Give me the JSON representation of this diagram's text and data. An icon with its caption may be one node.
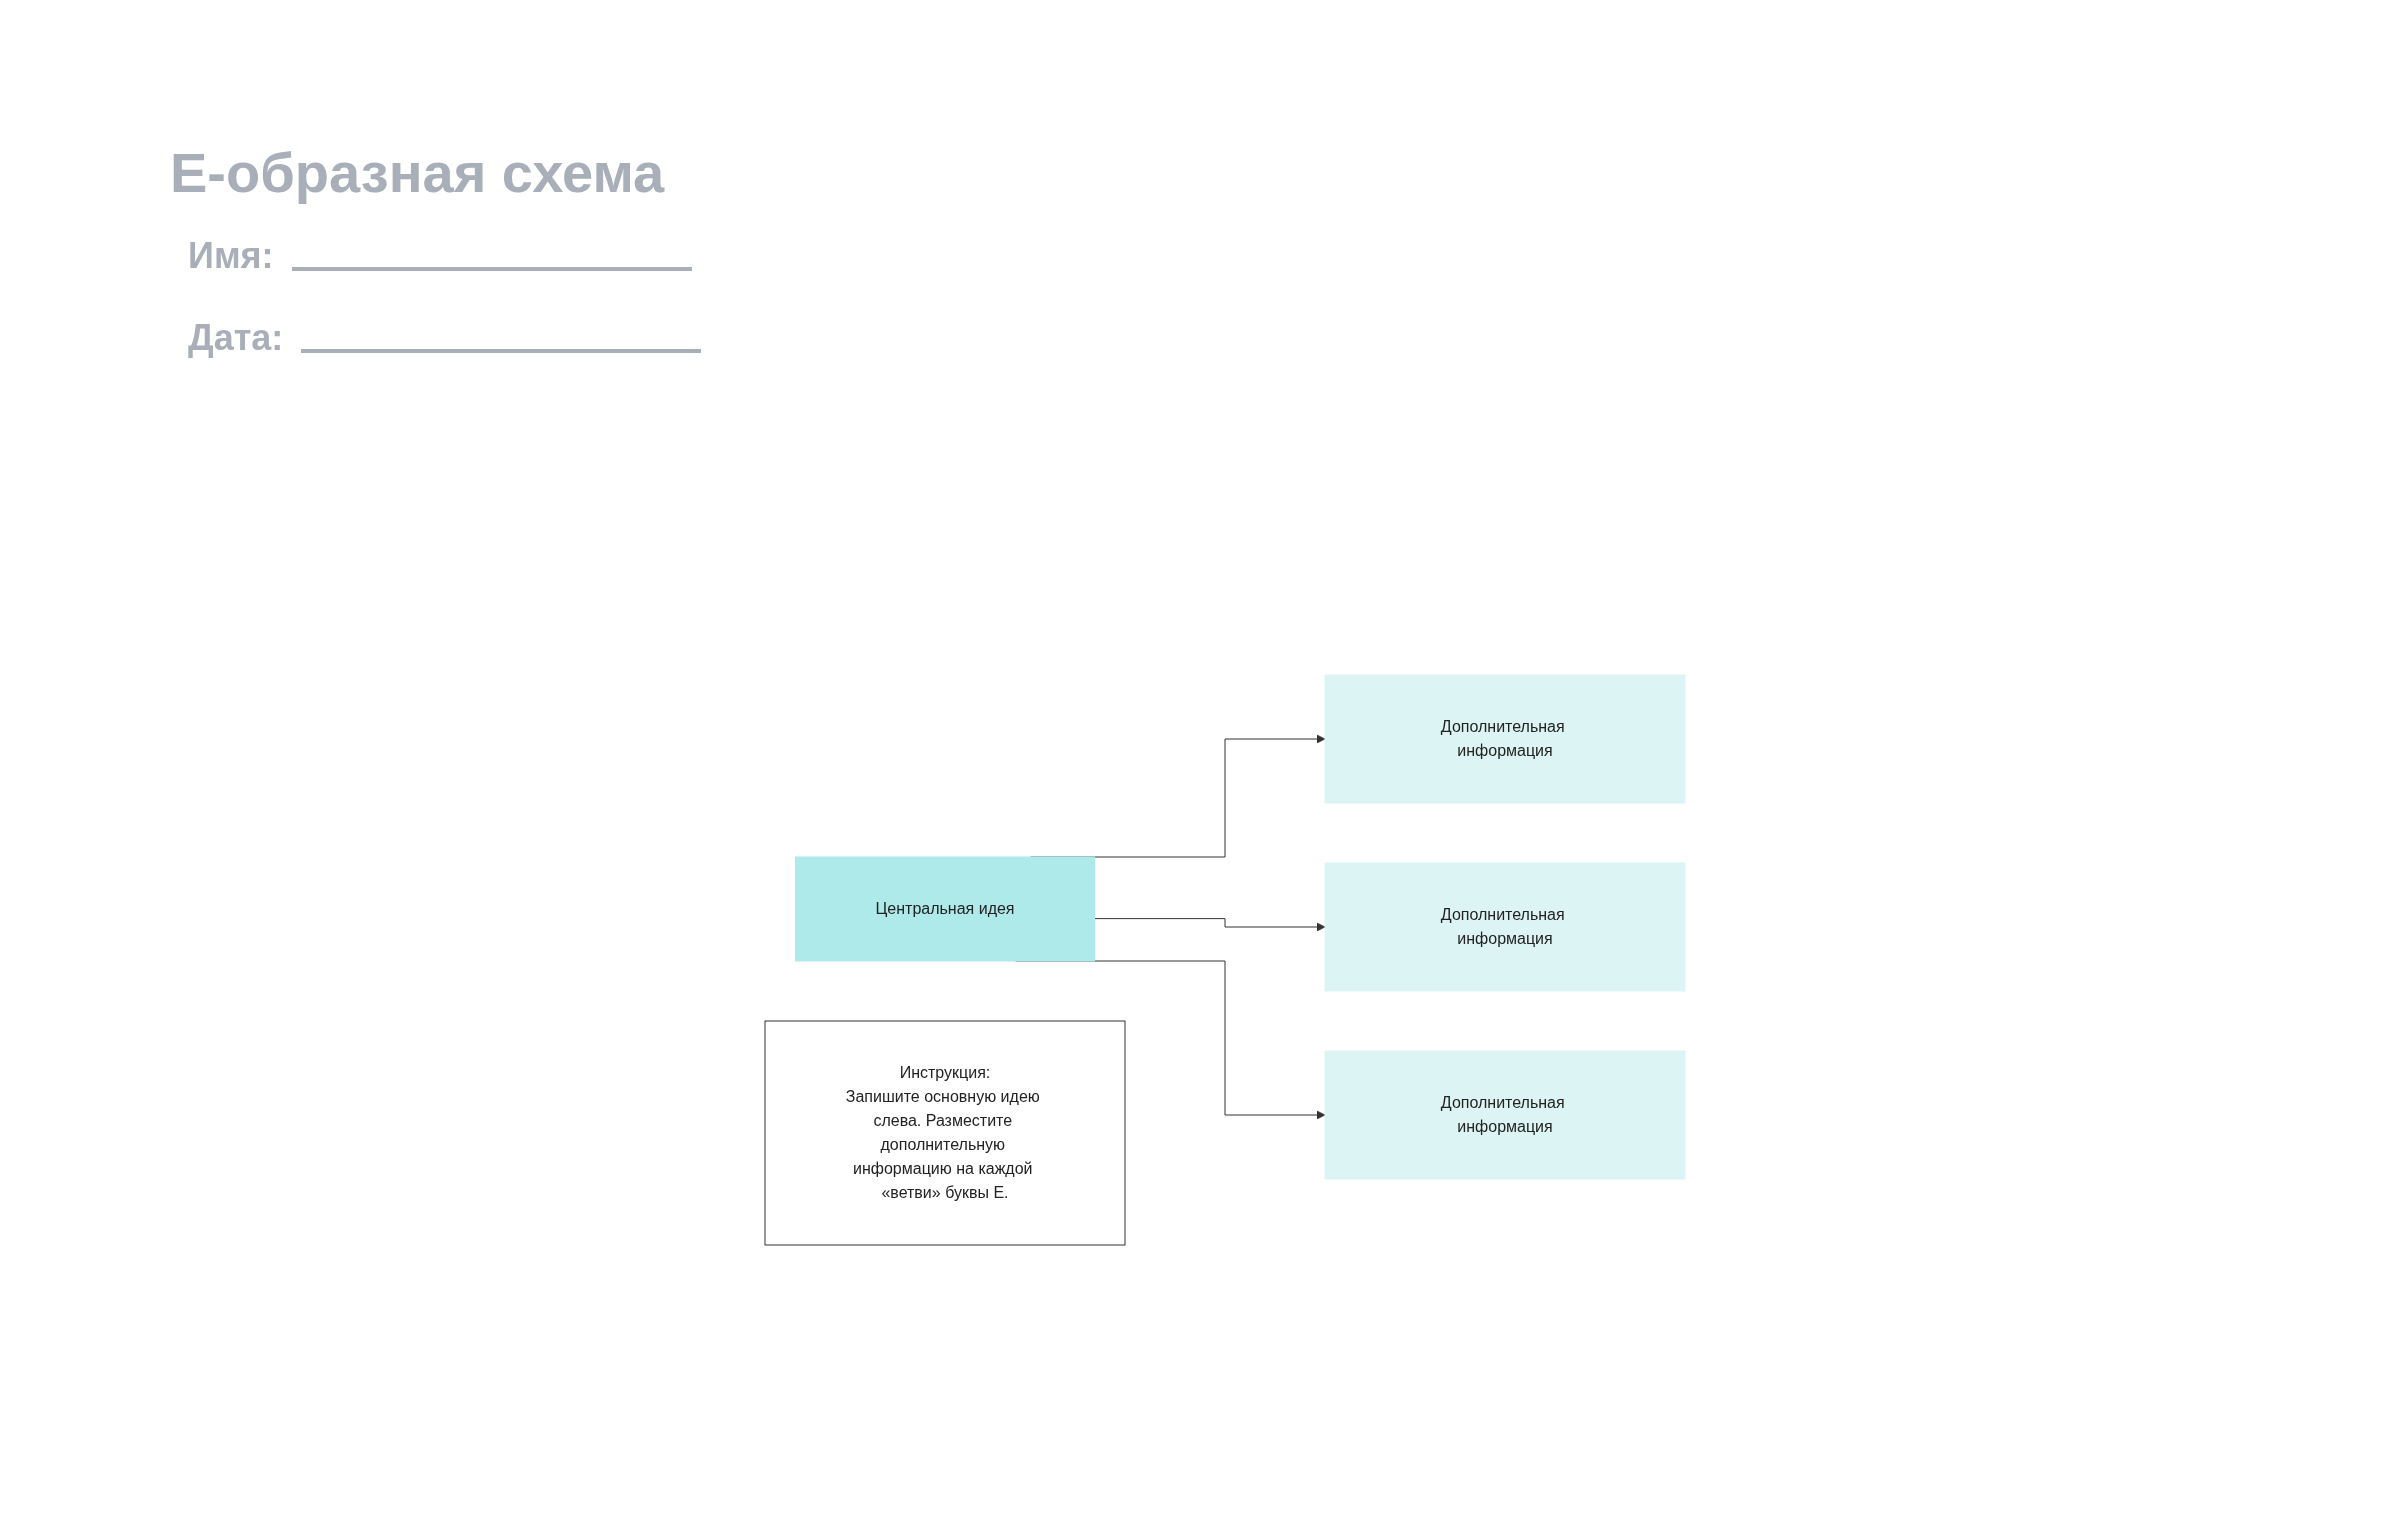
{
  "diagram": {
    "title": "Е-образная схема",
    "nodes": [
      {
        "text": [
          "Центральная идея"
        ]
      },
      {
        "text": [
          "Дополнительная информация"
        ]
      },
      {
        "text": [
          "Дополнительная информация"
        ]
      },
      {
        "text": [
          "Дополнительная информация"
        ]
      },
      {
        "text": [
          "Инструкция:",
          "Запишите основную идею слева. Разместите дополнительную информацию на каждой «ветви» буквы Е."
        ]
      }
    ],
    "edges": [
      {
        "from": 0,
        "to": 1,
        "arrow": "to"
      },
      {
        "from": 0,
        "to": 2,
        "arrow": "to"
      },
      {
        "from": 0,
        "to": 3,
        "arrow": "to"
      }
    ],
    "labels": [
      "Имя:",
      "Дата:"
    ]
  }
}
